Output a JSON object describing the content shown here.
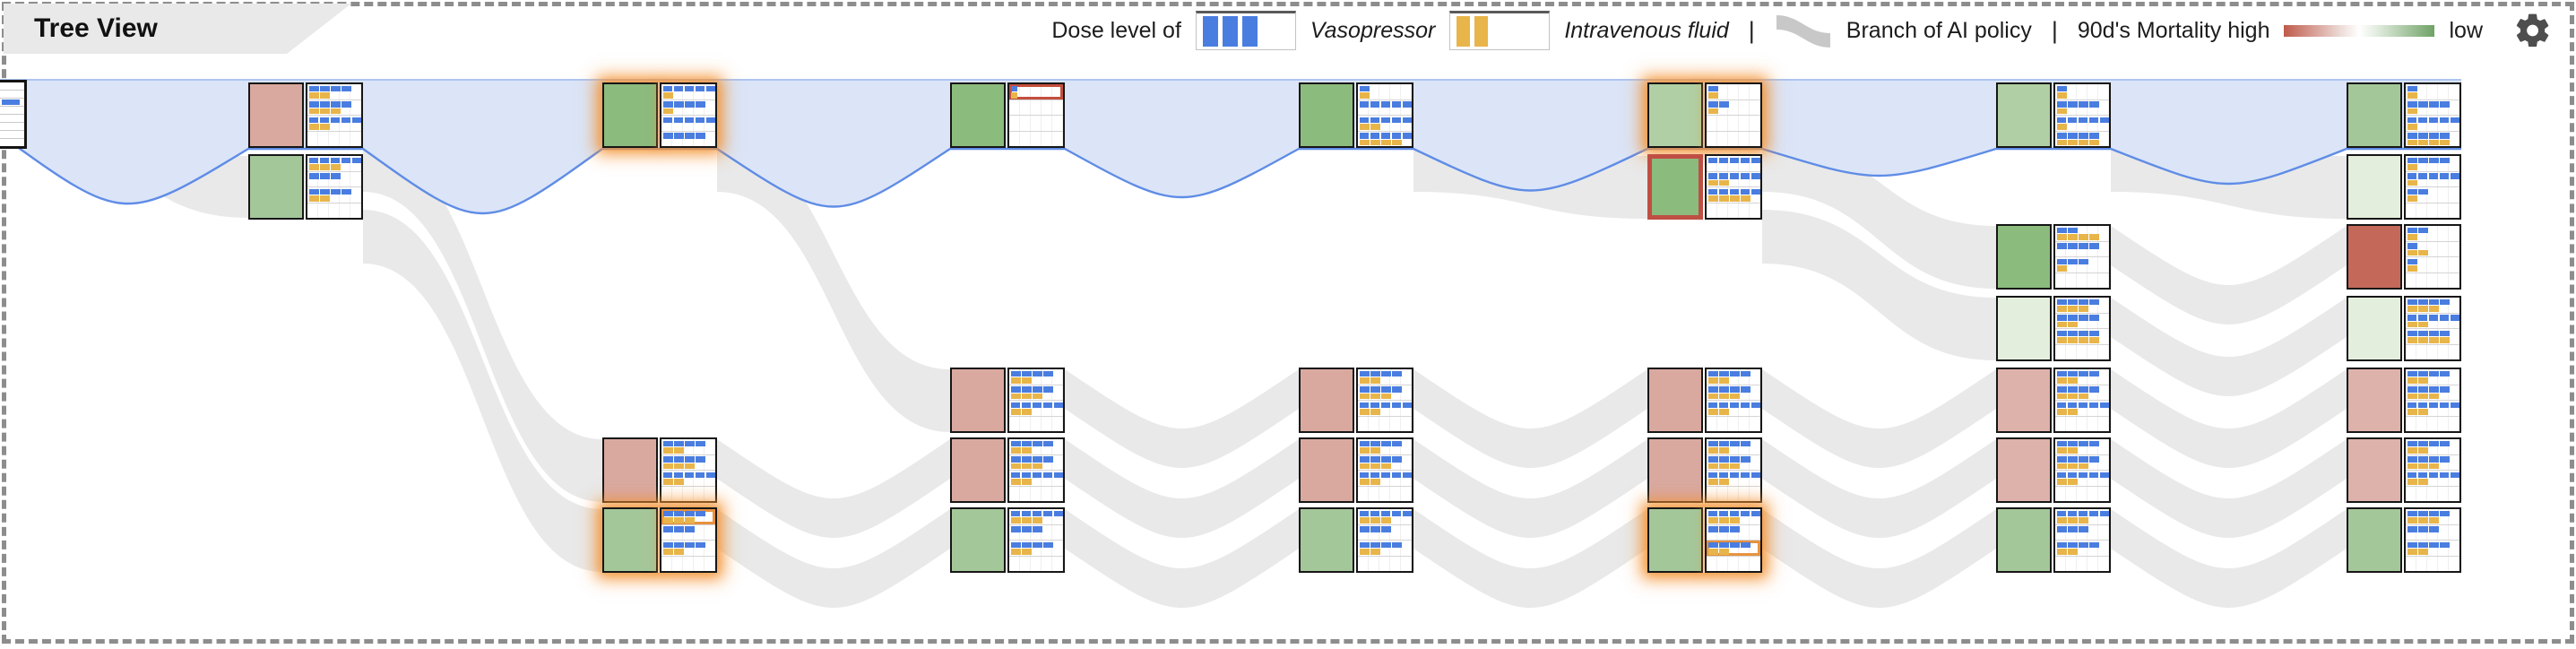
{
  "header": {
    "title": "Tree View"
  },
  "legend": {
    "dose_label": "Dose level of",
    "vasopressor_label": "Vasopressor",
    "iv_label": "Intravenous fluid",
    "divider": "|",
    "branch_label": "Branch of AI policy",
    "mortality_label": "90d's Mortality high",
    "mortality_low_label": "low",
    "vasopressor_box_bars": 3,
    "iv_box_bars": 2
  },
  "palette": {
    "bar_blue": "#4a7de0",
    "bar_yellow": "#e8b54a",
    "band_blue_fill": "#dbe5f7",
    "band_blue_edge": "#5f8ce6",
    "band_gray": "#e9e9e9",
    "mortality_high": "#c4695a",
    "mortality_mid_high": "#d9a9a0",
    "mortality_pink": "#ddb2ab",
    "mortality_low": "#8cbb7e",
    "mortality_mid_low": "#a4c79a",
    "mortality_light_green": "#b0cfa4",
    "mortality_pale_green": "#e4eedd",
    "highlight_glow": "#f39233",
    "highlight_red": "#c44f3d",
    "highlight_orange": "#e8923f"
  },
  "root": {
    "rows": 8,
    "bar_row": 3
  },
  "tree": {
    "nodes": [
      {
        "id": "L1R1",
        "level": 1,
        "row": 1,
        "color": "mortality_mid_high",
        "highlight": "none",
        "actions": [
          [
            4,
            2
          ],
          [
            4,
            3
          ],
          [
            5,
            2
          ],
          [
            0,
            0
          ]
        ]
      },
      {
        "id": "L1R2",
        "level": 1,
        "row": 2,
        "color": "mortality_mid_low",
        "highlight": "none",
        "actions": [
          [
            5,
            3
          ],
          [
            3,
            0
          ],
          [
            4,
            2
          ],
          [
            0,
            0
          ]
        ]
      },
      {
        "id": "L2R1",
        "level": 2,
        "row": 1,
        "color": "mortality_low",
        "highlight": "glow",
        "actions": [
          [
            5,
            1
          ],
          [
            4,
            1
          ],
          [
            5,
            0
          ],
          [
            4,
            0
          ]
        ]
      },
      {
        "id": "L2R6",
        "level": 2,
        "row": 6,
        "color": "mortality_mid_high",
        "highlight": "none",
        "actions": [
          [
            4,
            2
          ],
          [
            4,
            3
          ],
          [
            5,
            2
          ],
          [
            0,
            0
          ]
        ]
      },
      {
        "id": "L2R7",
        "level": 2,
        "row": 7,
        "color": "mortality_mid_low",
        "highlight": "glow",
        "actions": [
          [
            4,
            3
          ],
          [
            3,
            0
          ],
          [
            4,
            2
          ],
          [
            0,
            0
          ]
        ],
        "row_highlight": {
          "index": 0,
          "color": "highlight_orange"
        }
      },
      {
        "id": "L3R1",
        "level": 3,
        "row": 1,
        "color": "mortality_low",
        "highlight": "none",
        "short_bars": true,
        "actions": [
          [
            1,
            1
          ],
          [
            0,
            0
          ],
          [
            0,
            0
          ],
          [
            0,
            0
          ]
        ],
        "row_highlight": {
          "index": 0,
          "color": "highlight_red"
        }
      },
      {
        "id": "L3R5",
        "level": 3,
        "row": 5,
        "color": "mortality_mid_high",
        "highlight": "none",
        "actions": [
          [
            4,
            2
          ],
          [
            4,
            3
          ],
          [
            5,
            2
          ],
          [
            0,
            0
          ]
        ]
      },
      {
        "id": "L3R6",
        "level": 3,
        "row": 6,
        "color": "mortality_mid_high",
        "highlight": "none",
        "actions": [
          [
            4,
            2
          ],
          [
            4,
            3
          ],
          [
            5,
            2
          ],
          [
            0,
            0
          ]
        ]
      },
      {
        "id": "L3R7",
        "level": 3,
        "row": 7,
        "color": "mortality_mid_low",
        "highlight": "none",
        "actions": [
          [
            5,
            3
          ],
          [
            3,
            0
          ],
          [
            4,
            2
          ],
          [
            0,
            0
          ]
        ]
      },
      {
        "id": "L4R1",
        "level": 4,
        "row": 1,
        "color": "mortality_low",
        "highlight": "none",
        "actions": [
          [
            1,
            1
          ],
          [
            5,
            0
          ],
          [
            5,
            2
          ],
          [
            5,
            4
          ]
        ]
      },
      {
        "id": "L4R5",
        "level": 4,
        "row": 5,
        "color": "mortality_mid_high",
        "highlight": "none",
        "actions": [
          [
            4,
            2
          ],
          [
            4,
            3
          ],
          [
            5,
            2
          ],
          [
            0,
            0
          ]
        ]
      },
      {
        "id": "L4R6",
        "level": 4,
        "row": 6,
        "color": "mortality_mid_high",
        "highlight": "none",
        "actions": [
          [
            4,
            2
          ],
          [
            4,
            3
          ],
          [
            5,
            2
          ],
          [
            0,
            0
          ]
        ]
      },
      {
        "id": "L4R7",
        "level": 4,
        "row": 7,
        "color": "mortality_mid_low",
        "highlight": "none",
        "actions": [
          [
            5,
            3
          ],
          [
            3,
            0
          ],
          [
            4,
            2
          ],
          [
            0,
            0
          ]
        ]
      },
      {
        "id": "L5R1",
        "level": 5,
        "row": 1,
        "color": "mortality_light_green",
        "highlight": "glow",
        "actions": [
          [
            1,
            1
          ],
          [
            2,
            1
          ],
          [
            0,
            0
          ],
          [
            0,
            0
          ]
        ]
      },
      {
        "id": "L5R2",
        "level": 5,
        "row": 2,
        "color": "mortality_low",
        "highlight": "red-border",
        "actions": [
          [
            5,
            0
          ],
          [
            5,
            2
          ],
          [
            5,
            4
          ],
          [
            0,
            0
          ]
        ]
      },
      {
        "id": "L5R5",
        "level": 5,
        "row": 5,
        "color": "mortality_mid_high",
        "highlight": "none",
        "actions": [
          [
            4,
            2
          ],
          [
            4,
            3
          ],
          [
            5,
            2
          ],
          [
            0,
            0
          ]
        ]
      },
      {
        "id": "L5R6",
        "level": 5,
        "row": 6,
        "color": "mortality_mid_high",
        "highlight": "none",
        "actions": [
          [
            4,
            2
          ],
          [
            4,
            3
          ],
          [
            5,
            2
          ],
          [
            0,
            0
          ]
        ]
      },
      {
        "id": "L5R7",
        "level": 5,
        "row": 7,
        "color": "mortality_mid_low",
        "highlight": "glow",
        "actions": [
          [
            5,
            3
          ],
          [
            3,
            0
          ],
          [
            4,
            2
          ],
          [
            0,
            0
          ]
        ],
        "row_highlight": {
          "index": 2,
          "color": "highlight_orange"
        }
      },
      {
        "id": "L6R1",
        "level": 6,
        "row": 1,
        "color": "mortality_light_green",
        "highlight": "none",
        "actions": [
          [
            1,
            1
          ],
          [
            4,
            1
          ],
          [
            5,
            1
          ],
          [
            4,
            4
          ]
        ]
      },
      {
        "id": "L6R3",
        "level": 6,
        "row": 3,
        "color": "mortality_low",
        "highlight": "none",
        "actions": [
          [
            2,
            4
          ],
          [
            4,
            0
          ],
          [
            3,
            1
          ],
          [
            0,
            0
          ]
        ]
      },
      {
        "id": "L6R4",
        "level": 6,
        "row": 4,
        "color": "mortality_pale_green",
        "highlight": "none",
        "actions": [
          [
            4,
            3
          ],
          [
            4,
            2
          ],
          [
            4,
            4
          ],
          [
            0,
            0
          ]
        ]
      },
      {
        "id": "L6R5",
        "level": 6,
        "row": 5,
        "color": "mortality_pink",
        "highlight": "none",
        "actions": [
          [
            4,
            2
          ],
          [
            4,
            3
          ],
          [
            5,
            2
          ],
          [
            0,
            0
          ]
        ]
      },
      {
        "id": "L6R6",
        "level": 6,
        "row": 6,
        "color": "mortality_pink",
        "highlight": "none",
        "actions": [
          [
            4,
            2
          ],
          [
            4,
            3
          ],
          [
            5,
            2
          ],
          [
            0,
            0
          ]
        ]
      },
      {
        "id": "L6R7",
        "level": 6,
        "row": 7,
        "color": "mortality_mid_low",
        "highlight": "none",
        "actions": [
          [
            5,
            3
          ],
          [
            3,
            0
          ],
          [
            4,
            2
          ],
          [
            0,
            0
          ]
        ]
      },
      {
        "id": "L7R1",
        "level": 7,
        "row": 1,
        "color": "mortality_mid_low",
        "highlight": "none",
        "actions": [
          [
            1,
            1
          ],
          [
            4,
            1
          ],
          [
            5,
            1
          ],
          [
            4,
            4
          ]
        ]
      },
      {
        "id": "L7R2",
        "level": 7,
        "row": 2,
        "color": "mortality_pale_green",
        "highlight": "none",
        "actions": [
          [
            4,
            1
          ],
          [
            5,
            1
          ],
          [
            2,
            1
          ],
          [
            0,
            0
          ]
        ]
      },
      {
        "id": "L7R3",
        "level": 7,
        "row": 3,
        "color": "mortality_high",
        "highlight": "none",
        "actions": [
          [
            2,
            1
          ],
          [
            1,
            2
          ],
          [
            1,
            1
          ],
          [
            0,
            0
          ]
        ]
      },
      {
        "id": "L7R4",
        "level": 7,
        "row": 4,
        "color": "mortality_pale_green",
        "highlight": "none",
        "actions": [
          [
            4,
            3
          ],
          [
            5,
            2
          ],
          [
            4,
            4
          ],
          [
            0,
            0
          ]
        ]
      },
      {
        "id": "L7R5",
        "level": 7,
        "row": 5,
        "color": "mortality_pink",
        "highlight": "none",
        "actions": [
          [
            4,
            2
          ],
          [
            4,
            3
          ],
          [
            5,
            2
          ],
          [
            0,
            0
          ]
        ]
      },
      {
        "id": "L7R6",
        "level": 7,
        "row": 6,
        "color": "mortality_pink",
        "highlight": "none",
        "actions": [
          [
            4,
            2
          ],
          [
            4,
            3
          ],
          [
            5,
            2
          ],
          [
            0,
            0
          ]
        ]
      },
      {
        "id": "L7R7",
        "level": 7,
        "row": 7,
        "color": "mortality_mid_low",
        "highlight": "none",
        "actions": [
          [
            4,
            3
          ],
          [
            3,
            0
          ],
          [
            4,
            2
          ],
          [
            0,
            0
          ]
        ]
      }
    ],
    "selected_path": [
      "root",
      "L1R1",
      "L2R1",
      "L3R1",
      "L4R1",
      "L5R1",
      "L6R1",
      "L7R1"
    ],
    "branches": [
      {
        "from": "root",
        "to": "L1R2"
      },
      {
        "from": "L1R1",
        "to": "L2R6"
      },
      {
        "from": "L1R2",
        "to": "L2R7"
      },
      {
        "from": "L2R1",
        "to": "L3R5"
      },
      {
        "from": "L2R6",
        "to": "L3R6"
      },
      {
        "from": "L2R7",
        "to": "L3R7"
      },
      {
        "from": "L3R5",
        "to": "L4R5"
      },
      {
        "from": "L3R6",
        "to": "L4R6"
      },
      {
        "from": "L3R7",
        "to": "L4R7"
      },
      {
        "from": "L4R1",
        "to": "L5R2"
      },
      {
        "from": "L4R5",
        "to": "L5R5"
      },
      {
        "from": "L4R6",
        "to": "L5R6"
      },
      {
        "from": "L4R7",
        "to": "L5R7"
      },
      {
        "from": "L5R1",
        "to": "L6R3"
      },
      {
        "from": "L5R2",
        "to": "L6R4"
      },
      {
        "from": "L5R5",
        "to": "L6R5"
      },
      {
        "from": "L5R6",
        "to": "L6R6"
      },
      {
        "from": "L5R7",
        "to": "L6R7"
      },
      {
        "from": "L6R1",
        "to": "L7R2"
      },
      {
        "from": "L6R3",
        "to": "L7R3"
      },
      {
        "from": "L6R4",
        "to": "L7R4"
      },
      {
        "from": "L6R5",
        "to": "L7R5"
      },
      {
        "from": "L6R6",
        "to": "L7R6"
      },
      {
        "from": "L6R7",
        "to": "L7R7"
      }
    ]
  }
}
